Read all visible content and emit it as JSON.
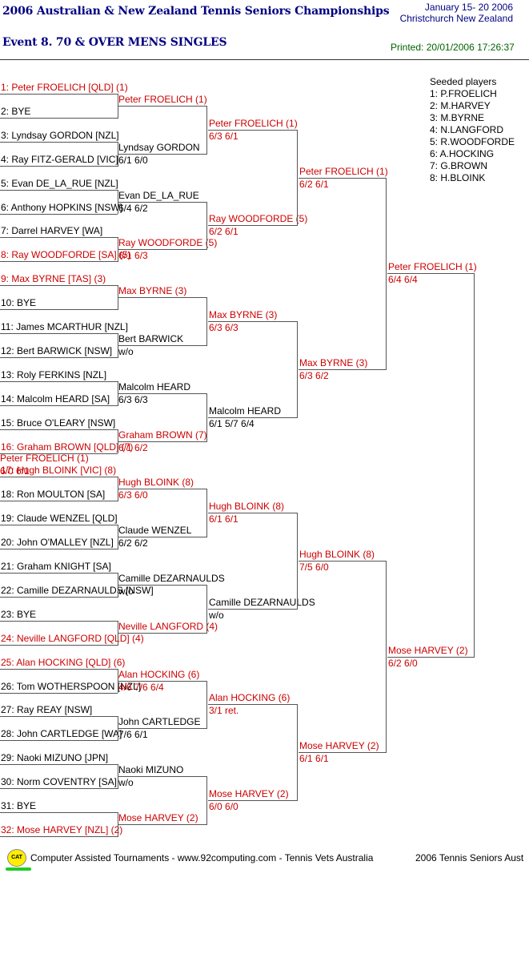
{
  "header": {
    "title": "2006 Australian & New Zealand Tennis Seniors Championships",
    "event": "Event 8. 70 & OVER MENS SINGLES",
    "dates": "January 15- 20 2006",
    "location": "Christchurch   New Zealand",
    "printed": "Printed: 20/01/2006 17:26:37"
  },
  "seeds": {
    "heading": "Seeded players",
    "list": [
      "1: P.FROELICH",
      "2: M.HARVEY",
      "3: M.BYRNE",
      "4: N.LANGFORD",
      "5: R.WOODFORDE",
      "6: A.HOCKING",
      "7: G.BROWN",
      "8: H.BLOINK"
    ]
  },
  "draw": [
    {
      "name": "1: Peter FROELICH [QLD] (1)",
      "seed": true
    },
    {
      "name": "2: BYE",
      "seed": false
    },
    {
      "name": "3: Lyndsay GORDON [NZL]",
      "seed": false
    },
    {
      "name": "4: Ray FITZ-GERALD [VIC]",
      "seed": false
    },
    {
      "name": "5: Evan DE_LA_RUE [NZL]",
      "seed": false
    },
    {
      "name": "6: Anthony HOPKINS [NSW]",
      "seed": false
    },
    {
      "name": "7: Darrel HARVEY [WA]",
      "seed": false
    },
    {
      "name": "8: Ray WOODFORDE [SA] (5)",
      "seed": true
    },
    {
      "name": "9: Max BYRNE [TAS] (3)",
      "seed": true
    },
    {
      "name": "10: BYE",
      "seed": false
    },
    {
      "name": "11: James MCARTHUR [NZL]",
      "seed": false
    },
    {
      "name": "12: Bert BARWICK [NSW]",
      "seed": false
    },
    {
      "name": "13: Roly FERKINS [NZL]",
      "seed": false
    },
    {
      "name": "14: Malcolm HEARD [SA]",
      "seed": false
    },
    {
      "name": "15: Bruce O'LEARY [NSW]",
      "seed": false
    },
    {
      "name": "16: Graham BROWN [QLD] (7)",
      "seed": true
    },
    {
      "name": "17: Hugh BLOINK [VIC] (8)",
      "seed": true
    },
    {
      "name": "18: Ron MOULTON [SA]",
      "seed": false
    },
    {
      "name": "19: Claude WENZEL [QLD]",
      "seed": false
    },
    {
      "name": "20: John O'MALLEY [NZL]",
      "seed": false
    },
    {
      "name": "21: Graham KNIGHT [SA]",
      "seed": false
    },
    {
      "name": "22: Camille DEZARNAULDS [NSW]",
      "seed": false
    },
    {
      "name": "23: BYE",
      "seed": false
    },
    {
      "name": "24: Neville LANGFORD [QLD] (4)",
      "seed": true
    },
    {
      "name": "25: Alan HOCKING [QLD] (6)",
      "seed": true
    },
    {
      "name": "26: Tom WOTHERSPOON [NZL]",
      "seed": false
    },
    {
      "name": "27: Ray REAY [NSW]",
      "seed": false
    },
    {
      "name": "28: John CARTLEDGE [WA]",
      "seed": false
    },
    {
      "name": "29: Naoki MIZUNO [JPN]",
      "seed": false
    },
    {
      "name": "30: Norm COVENTRY [SA]",
      "seed": false
    },
    {
      "name": "31: BYE",
      "seed": false
    },
    {
      "name": "32: Mose HARVEY [NZL] (2)",
      "seed": true
    }
  ],
  "rounds": [
    [
      {
        "name": "Peter FROELICH (1)",
        "score": "",
        "seed": true
      },
      {
        "name": "Lyndsay GORDON",
        "score": "6/1 6/0",
        "seed": false
      },
      {
        "name": "Evan DE_LA_RUE",
        "score": "6/4 6/2",
        "seed": false
      },
      {
        "name": "Ray WOODFORDE (5)",
        "score": "6/1 6/3",
        "seed": true
      },
      {
        "name": "Max BYRNE (3)",
        "score": "",
        "seed": true
      },
      {
        "name": "Bert BARWICK",
        "score": "w/o",
        "seed": false
      },
      {
        "name": "Malcolm HEARD",
        "score": "6/3 6/3",
        "seed": false
      },
      {
        "name": "Graham BROWN (7)",
        "score": "6/1 6/2",
        "seed": true
      },
      {
        "name": "Hugh BLOINK (8)",
        "score": "6/3 6/0",
        "seed": true
      },
      {
        "name": "Claude WENZEL",
        "score": "6/2 6/2",
        "seed": false
      },
      {
        "name": "Camille DEZARNAULDS",
        "score": "w/o",
        "seed": false
      },
      {
        "name": "Neville LANGFORD (4)",
        "score": "",
        "seed": true
      },
      {
        "name": "Alan HOCKING (6)",
        "score": "4/6 7/6 6/4",
        "seed": true
      },
      {
        "name": "John CARTLEDGE",
        "score": "7/6 6/1",
        "seed": false
      },
      {
        "name": "Naoki MIZUNO",
        "score": "w/o",
        "seed": false
      },
      {
        "name": "Mose HARVEY (2)",
        "score": "",
        "seed": true
      }
    ],
    [
      {
        "name": "Peter FROELICH (1)",
        "score": "6/3 6/1",
        "seed": true
      },
      {
        "name": "Ray WOODFORDE (5)",
        "score": "6/2 6/1",
        "seed": true
      },
      {
        "name": "Max BYRNE (3)",
        "score": "6/3 6/3",
        "seed": true
      },
      {
        "name": "Malcolm HEARD",
        "score": "6/1 5/7 6/4",
        "seed": false
      },
      {
        "name": "Hugh BLOINK (8)",
        "score": "6/1 6/1",
        "seed": true
      },
      {
        "name": "Camille DEZARNAULDS",
        "score": "w/o",
        "seed": false
      },
      {
        "name": "Alan HOCKING (6)",
        "score": "3/1 ret.",
        "seed": true
      },
      {
        "name": "Mose HARVEY (2)",
        "score": "6/0 6/0",
        "seed": true
      }
    ],
    [
      {
        "name": "Peter FROELICH (1)",
        "score": "6/2 6/1",
        "seed": true
      },
      {
        "name": "Max BYRNE (3)",
        "score": "6/3 6/2",
        "seed": true
      },
      {
        "name": "Hugh BLOINK (8)",
        "score": "7/5 6/0",
        "seed": true
      },
      {
        "name": "Mose HARVEY (2)",
        "score": "6/1 6/1",
        "seed": true
      }
    ],
    [
      {
        "name": "Peter FROELICH (1)",
        "score": "6/4 6/4",
        "seed": true
      },
      {
        "name": "Mose HARVEY (2)",
        "score": "6/2 6/0",
        "seed": true
      }
    ],
    [
      {
        "name": "Peter FROELICH (1)",
        "score": "6/0 6/1",
        "seed": true
      }
    ]
  ],
  "footer": {
    "logo": "CAT",
    "left": "Computer Assisted Tournaments - www.92computing.com -  Tennis Vets Australia",
    "right": "2006 Tennis Seniors Aust"
  }
}
